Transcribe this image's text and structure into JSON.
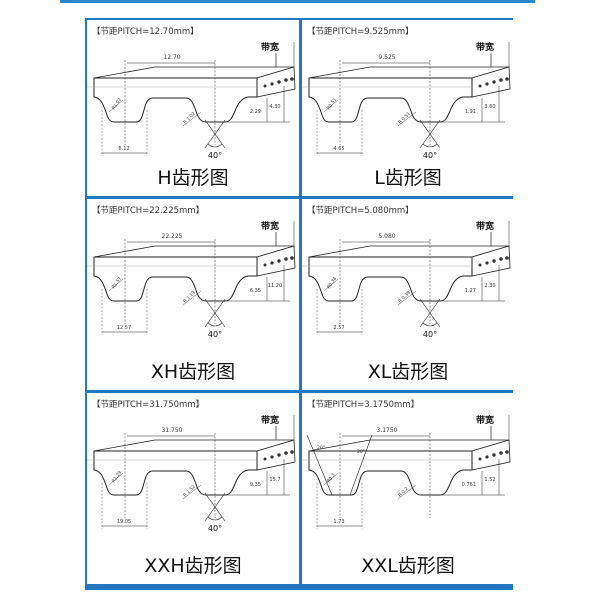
{
  "belt_width_label": "带宽",
  "colors": {
    "frame": "#2478c2",
    "line": "#222222"
  },
  "panels": [
    {
      "pitch": "【节距PITCH=12.70mm】",
      "pitch_dim": "12.70",
      "tooth_width": "6.12",
      "tooth_height": "2.29",
      "total_height": "4.30",
      "radius_top": "R1.02",
      "radius_bottom": "R 1.02",
      "angles": [
        "40°"
      ],
      "title": "H齿形图"
    },
    {
      "pitch": "【节距PITCH=9.525mm】",
      "pitch_dim": "9.525",
      "tooth_width": "4.65",
      "tooth_height": "1.91",
      "total_height": "3.60",
      "radius_top": "R0.51",
      "radius_bottom": "R 0.51",
      "angles": [
        "40°"
      ],
      "title": "L齿形图"
    },
    {
      "pitch": "【节距PITCH=22.225mm】",
      "pitch_dim": "22.225",
      "tooth_width": "12.57",
      "tooth_height": "6.35",
      "total_height": "11.20",
      "radius_top": "R1.57",
      "radius_bottom": "R 1.19",
      "angles": [
        "40°"
      ],
      "title": "XH齿形图"
    },
    {
      "pitch": "【节距PITCH=5.080mm】",
      "pitch_dim": "5.080",
      "tooth_width": "2.57",
      "tooth_height": "1.27",
      "total_height": "2.30",
      "radius_top": "R0.38",
      "radius_bottom": "R 0.38",
      "angles": [
        "40°"
      ],
      "title": "XL齿形图"
    },
    {
      "pitch": "【节距PITCH=31.750mm】",
      "pitch_dim": "31.750",
      "tooth_width": "19.05",
      "tooth_height": "9.35",
      "total_height": "15.7",
      "radius_top": "R2.29",
      "radius_bottom": "R 1.52",
      "angles": [
        "40°"
      ],
      "title": "XXH齿形图"
    },
    {
      "pitch": "【节距PITCH=3.1750mm】",
      "pitch_dim": "3.1750",
      "tooth_width": "1.73",
      "tooth_height": "0.761",
      "total_height": "1.52",
      "radius_top": "R0.3",
      "radius_bottom": "R 0.2",
      "angles": [
        "20°",
        "20°"
      ],
      "title": "XXL齿形图"
    }
  ]
}
